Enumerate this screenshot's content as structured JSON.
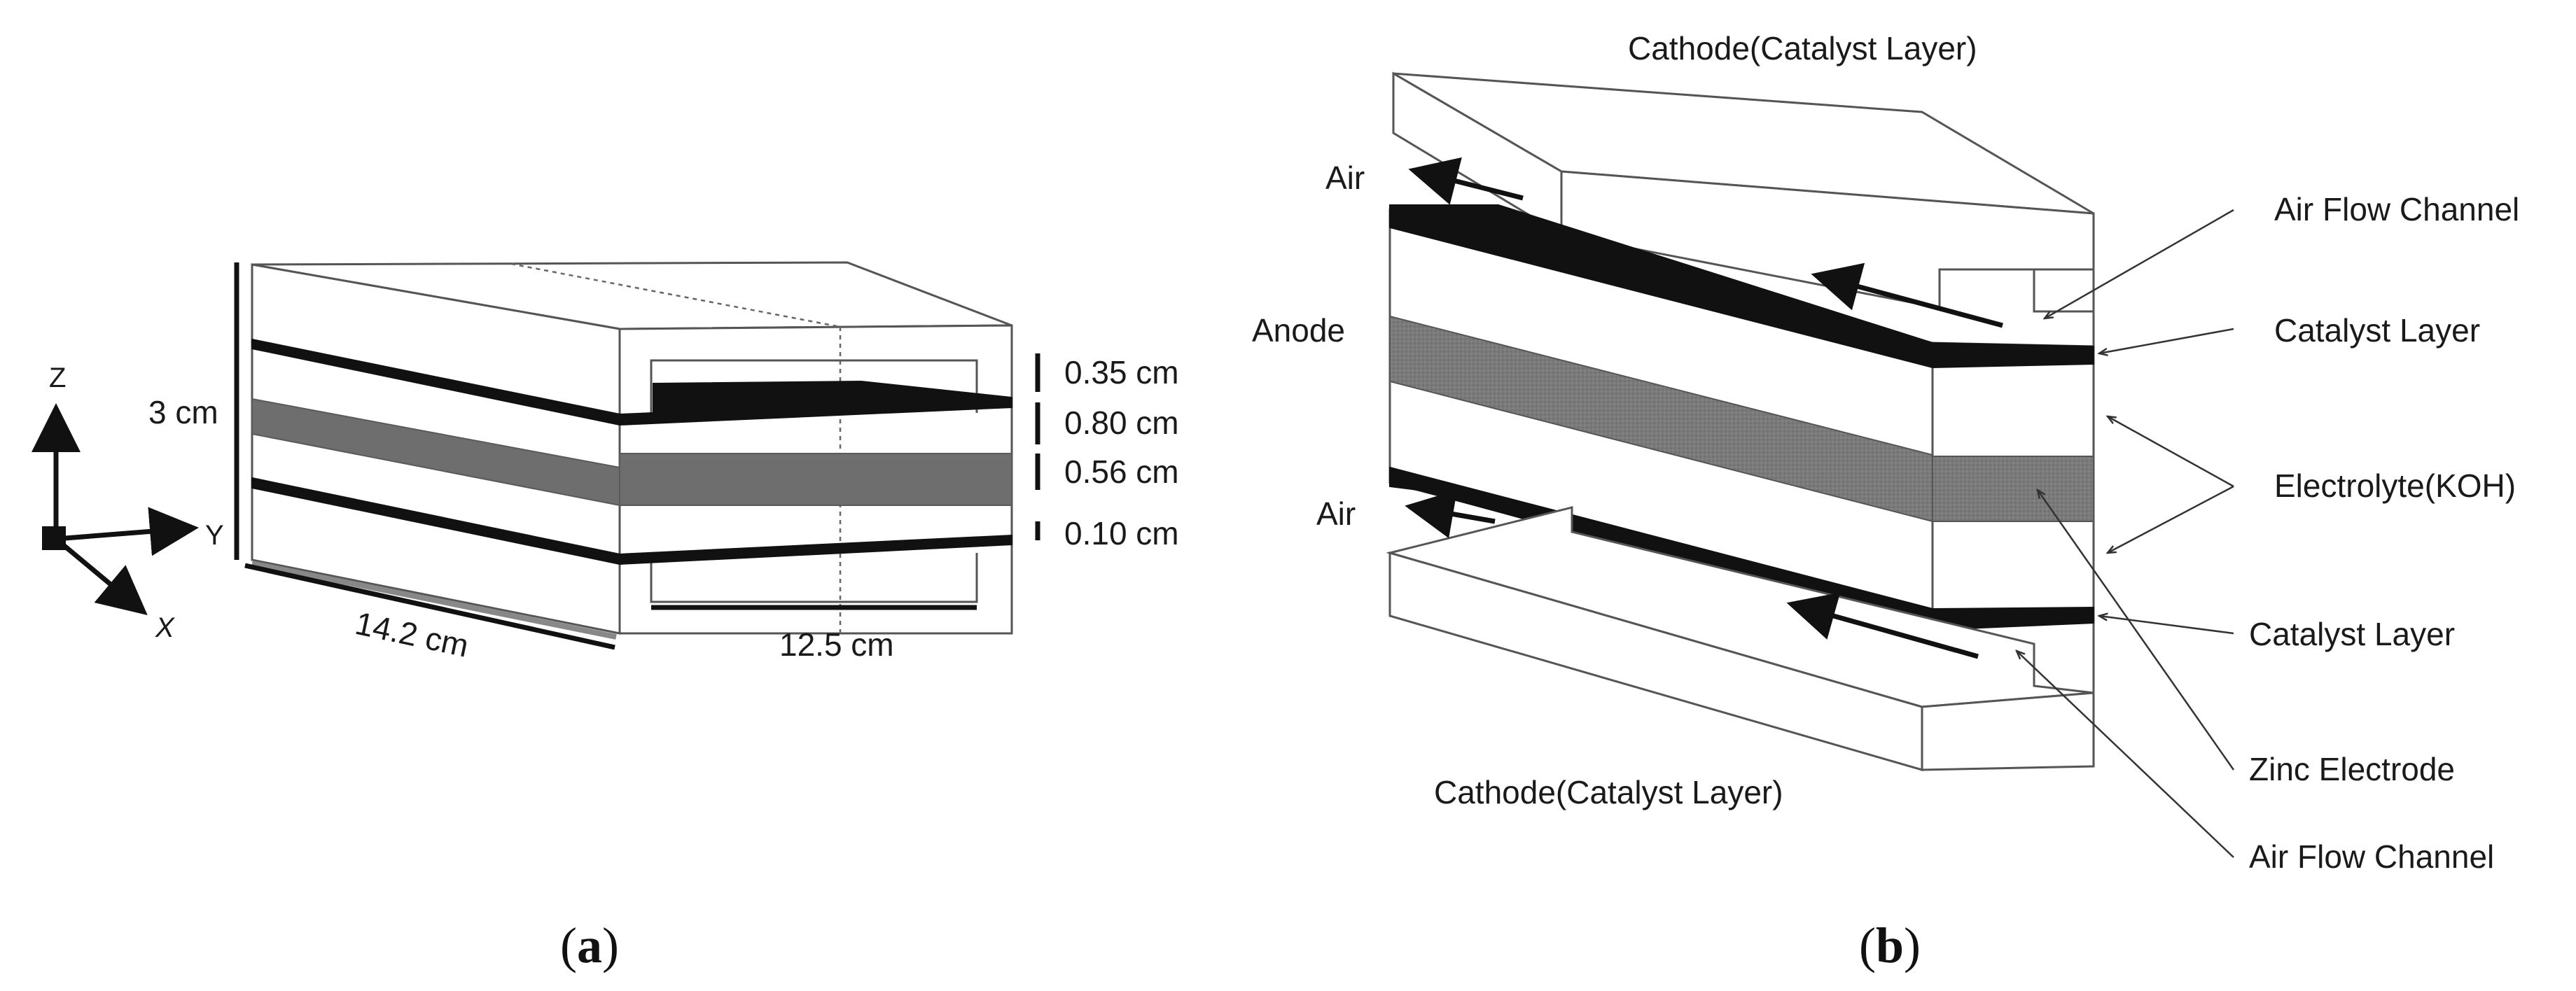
{
  "panel_a": {
    "caption": "(a)",
    "caption_letter": "a",
    "axes": {
      "z": "Z",
      "y": "Y",
      "x": "X"
    },
    "height_label": "3 cm",
    "layer_labels": [
      "0.35 cm",
      "0.80 cm",
      "0.56 cm",
      "0.10 cm"
    ],
    "length_label": "14.2 cm",
    "inner_length_label": "12.5 cm"
  },
  "panel_b": {
    "caption": "(b)",
    "caption_letter": "b",
    "cathode_top": "Cathode(Catalyst Layer)",
    "cathode_bottom": "Cathode(Catalyst Layer)",
    "air_top": "Air",
    "air_bottom": "Air",
    "anode": "Anode",
    "callouts": {
      "air_flow_channel_top": "Air Flow Channel",
      "catalyst_layer_top": "Catalyst Layer",
      "electrolyte": "Electrolyte(KOH)",
      "catalyst_layer_bottom": "Catalyst Layer",
      "zinc_electrode": "Zinc Electrode",
      "air_flow_channel_bottom": "Air Flow Channel"
    }
  },
  "colors": {
    "catalyst": "#111111",
    "zinc_electrode": "#6e6e6e",
    "outline": "#555555"
  }
}
